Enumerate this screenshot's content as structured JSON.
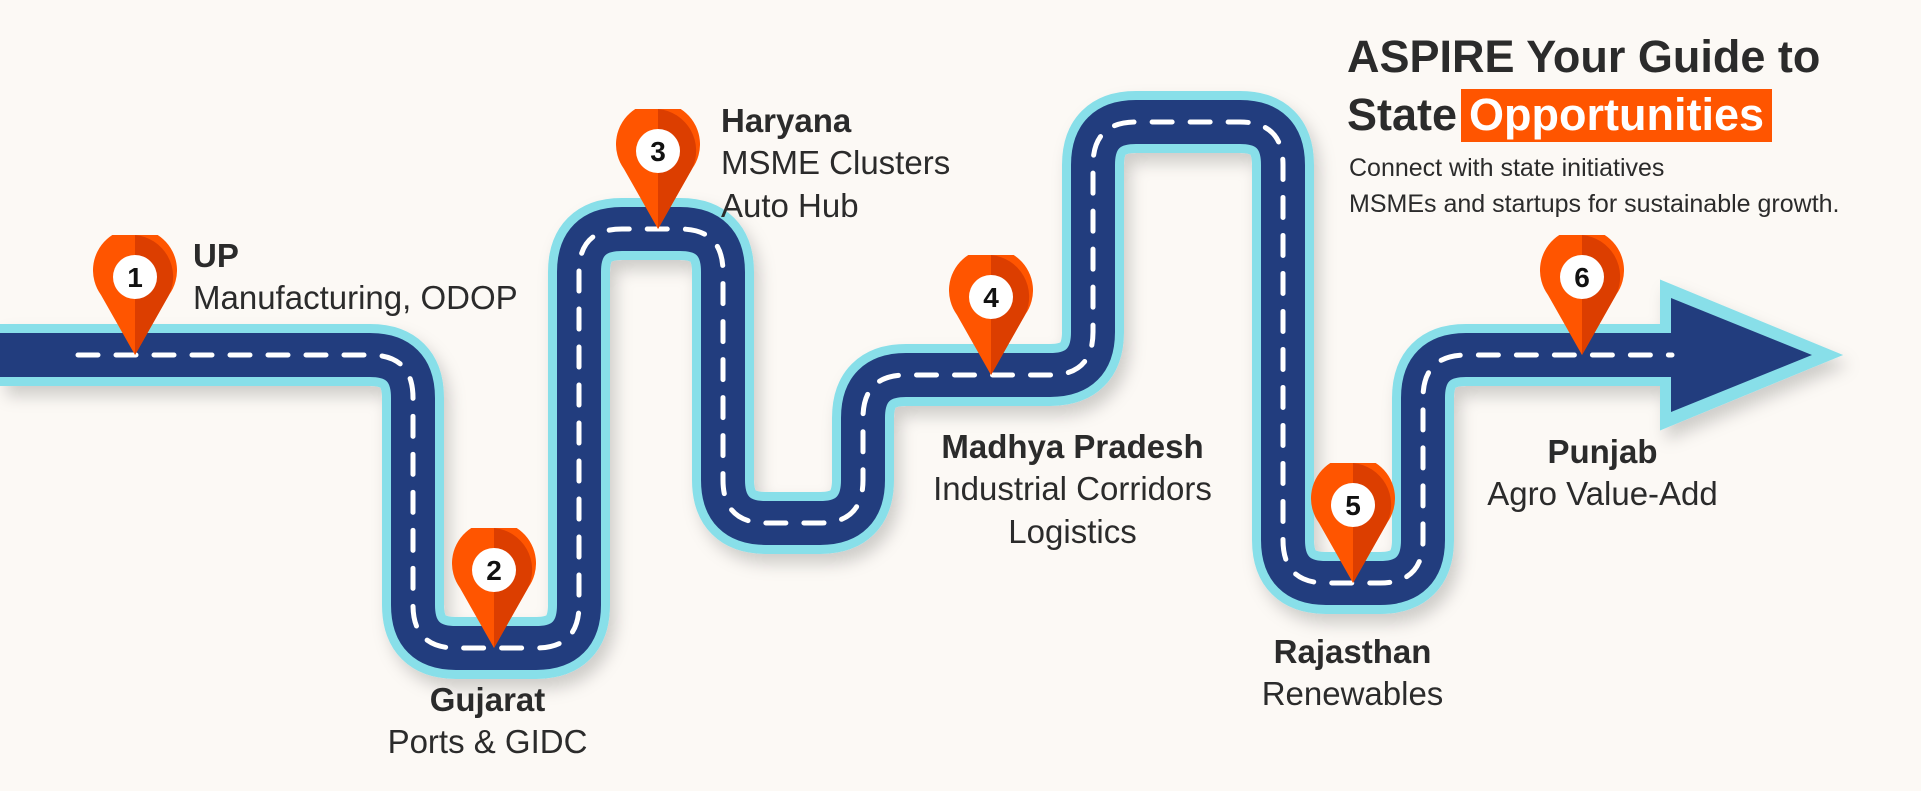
{
  "heading": {
    "line1": "ASPIRE Your Guide to",
    "line2_plain": "State",
    "line2_highlight": "Opportunities",
    "subtext_line1": "Connect with state initiatives",
    "subtext_line2": "MSMEs and startups for sustainable growth."
  },
  "colors": {
    "background": "#fcf9f5",
    "road": "#233d7e",
    "road_edge": "#88dfe9",
    "lane_marking": "#ffffff",
    "pin_light": "#ff5500",
    "pin_dark": "#dc3e00",
    "highlight": "#ff5500",
    "text": "#2b2b2b"
  },
  "stops": [
    {
      "number": "1",
      "name": "UP",
      "desc1": "Manufacturing, ODOP",
      "desc2": ""
    },
    {
      "number": "2",
      "name": "Gujarat",
      "desc1": "Ports & GIDC",
      "desc2": ""
    },
    {
      "number": "3",
      "name": "Haryana",
      "desc1": "MSME Clusters",
      "desc2": "Auto Hub"
    },
    {
      "number": "4",
      "name": "Madhya Pradesh",
      "desc1": "Industrial Corridors",
      "desc2": "Logistics"
    },
    {
      "number": "5",
      "name": "Rajasthan",
      "desc1": "Renewables",
      "desc2": ""
    },
    {
      "number": "6",
      "name": "Punjab",
      "desc1": "Agro Value-Add",
      "desc2": ""
    }
  ]
}
